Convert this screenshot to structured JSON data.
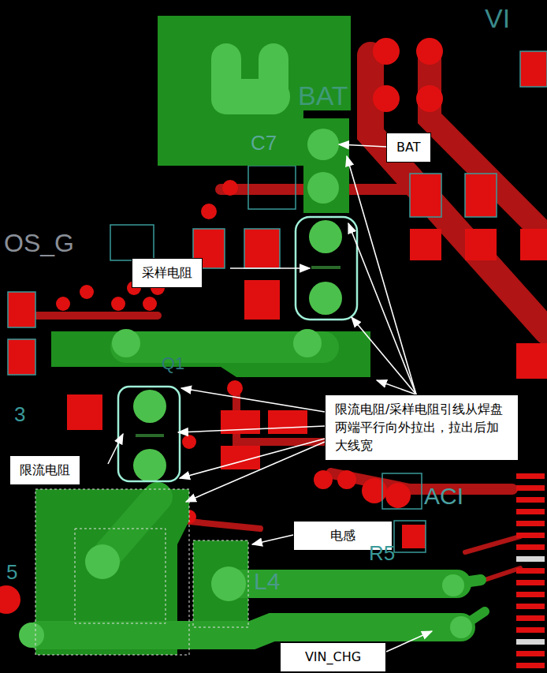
{
  "diagram": {
    "nodes": [
      {
        "text": [
          "BAT"
        ]
      },
      {
        "text": [
          "采样电阻"
        ]
      },
      {
        "text": [
          "限流电阻/采样电阻引线从焊盘两端平行向外拉出，拉出后加大线宽"
        ]
      },
      {
        "text": [
          "限流电阻"
        ]
      },
      {
        "text": [
          "电感"
        ]
      },
      {
        "text": [
          "VIN_CHG"
        ]
      }
    ],
    "labels": [
      "BAT",
      "C7",
      "OS_G",
      "Q1",
      "L4",
      "R5",
      "ACI",
      "VI",
      "3",
      "5"
    ]
  }
}
